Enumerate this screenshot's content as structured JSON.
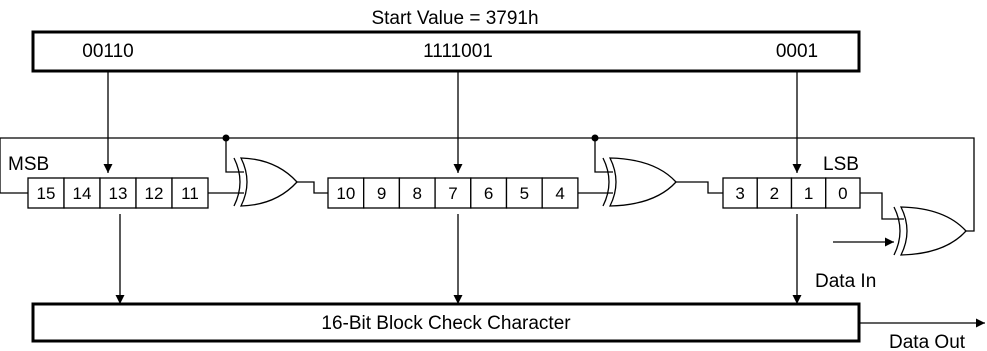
{
  "title": "Start Value = 3791h",
  "start_segments": {
    "left": "00110",
    "middle": "1111001",
    "right": "0001"
  },
  "labels": {
    "msb": "MSB",
    "lsb": "LSB",
    "data_in": "Data In",
    "data_out": "Data Out"
  },
  "register": {
    "group_high": [
      "15",
      "14",
      "13",
      "12",
      "11"
    ],
    "group_mid": [
      "10",
      "9",
      "8",
      "7",
      "6",
      "5",
      "4"
    ],
    "group_low": [
      "3",
      "2",
      "1",
      "0"
    ]
  },
  "bcc_label": "16-Bit Block Check Character"
}
